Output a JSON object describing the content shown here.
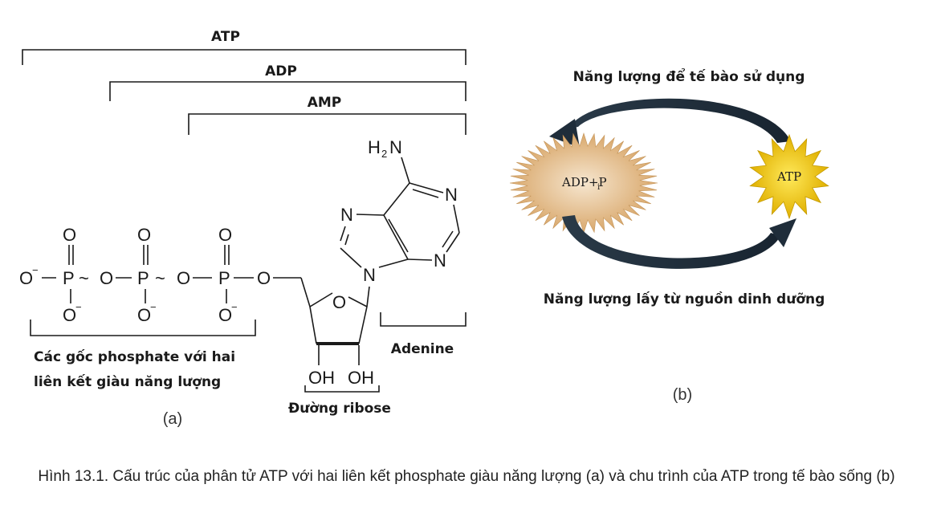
{
  "panel_a": {
    "bracket_atp": "ATP",
    "bracket_adp": "ADP",
    "bracket_amp": "AMP",
    "amine_group": "H",
    "amine_sub": "2",
    "amine_n": "N",
    "ring_n1": "N",
    "ring_n2": "N",
    "ring_n3": "N",
    "ring_n9": "N",
    "ring_o": "O",
    "oh1": "OH",
    "oh2": "OH",
    "phosphate_chain": "O–P~O–P~O–P–O",
    "o_top": "O",
    "o_minus": "O",
    "minus": "−",
    "label_phosphate_line1": "Các gốc phosphate với hai",
    "label_phosphate_line2": "liên kết giàu năng lượng",
    "label_adenine": "Adenine",
    "label_ribose": "Đường ribose",
    "panel_label": "(a)"
  },
  "panel_b": {
    "top_label": "Năng lượng để tế bào sử dụng",
    "bottom_label": "Năng lượng lấy từ nguồn dinh dưỡng",
    "adp_label": "ADP+P",
    "adp_sub": "i",
    "atp_label": "ATP",
    "panel_label": "(b)"
  },
  "caption": "Hình 13.1. Cấu trúc của phân tử ATP với hai liên kết phosphate giàu năng lượng (a) và chu trình của ATP trong tế bào sống (b)",
  "colors": {
    "adp_burst": "#e9c99d",
    "atp_burst": "#f3d21a",
    "arrow": "#1f2d3a",
    "ink": "#1a1a1a"
  }
}
